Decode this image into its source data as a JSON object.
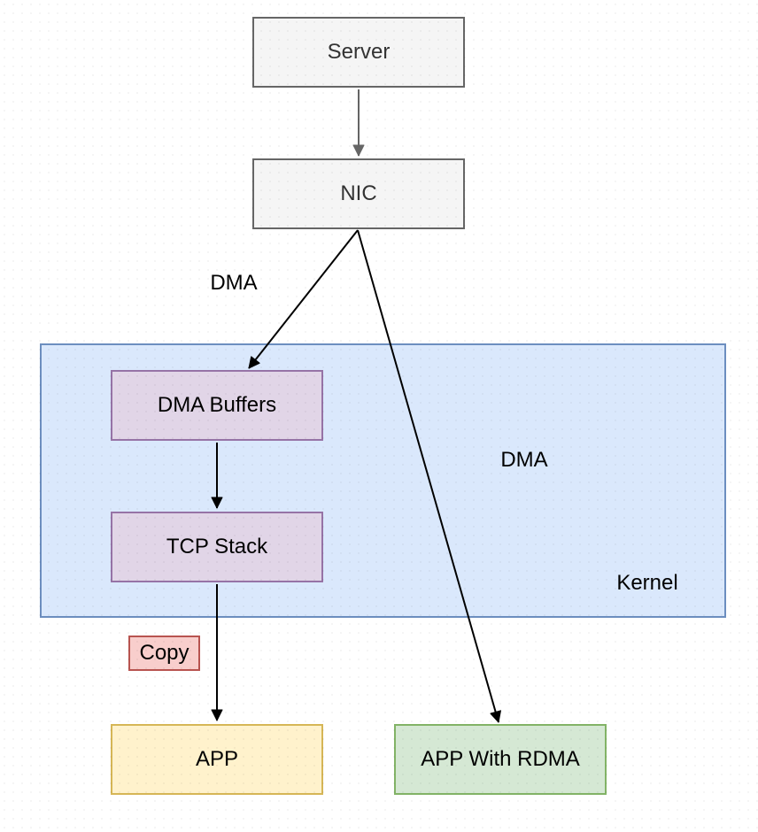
{
  "diagram": {
    "type": "flow-diagram",
    "background": "#ffffff"
  },
  "nodes": {
    "server": {
      "label": "Server",
      "fill": "#f5f5f5",
      "border": "#666666",
      "text_color": "#333333"
    },
    "nic": {
      "label": "NIC",
      "fill": "#f5f5f5",
      "border": "#666666",
      "text_color": "#333333"
    },
    "kernel_region": {
      "label": "Kernel",
      "fill": "#dae8fc",
      "border": "#6c8ebf",
      "text_color": "#000000"
    },
    "dma_buffers": {
      "label": "DMA Buffers",
      "fill": "#e1d5e7",
      "border": "#9673a6",
      "text_color": "#000000"
    },
    "tcp_stack": {
      "label": "TCP Stack",
      "fill": "#e1d5e7",
      "border": "#9673a6",
      "text_color": "#000000"
    },
    "copy": {
      "label": "Copy",
      "fill": "#f8cecc",
      "border": "#b85450",
      "text_color": "#000000"
    },
    "app": {
      "label": "APP",
      "fill": "#fff2cc",
      "border": "#d6b656",
      "text_color": "#000000"
    },
    "app_rdma": {
      "label": "APP With RDMA",
      "fill": "#d5e8d4",
      "border": "#82b366",
      "text_color": "#000000"
    }
  },
  "labels": {
    "dma_outer": "DMA",
    "dma_inner": "DMA"
  },
  "edges": [
    {
      "id": "server-to-nic",
      "from": "Server",
      "to": "NIC",
      "color": "#666666"
    },
    {
      "id": "nic-to-dma-buffers",
      "from": "NIC",
      "to": "DMA Buffers",
      "color": "#000000"
    },
    {
      "id": "nic-to-app-rdma",
      "from": "NIC",
      "to": "APP With RDMA",
      "color": "#000000"
    },
    {
      "id": "dma-buffers-to-tcp-stack",
      "from": "DMA Buffers",
      "to": "TCP Stack",
      "color": "#000000"
    },
    {
      "id": "tcp-stack-to-app",
      "from": "TCP Stack",
      "to": "APP",
      "color": "#000000"
    }
  ]
}
